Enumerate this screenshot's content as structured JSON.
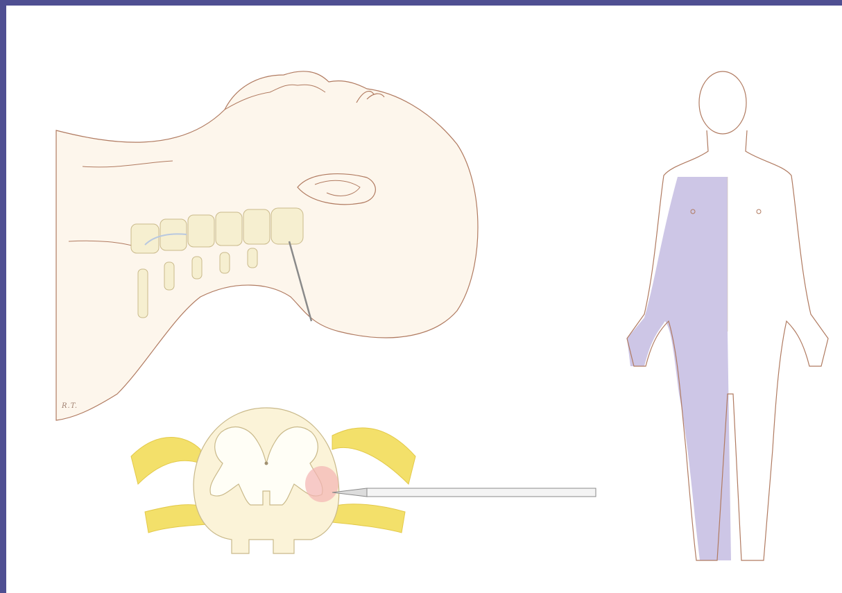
{
  "illustration": {
    "signature": "R.T.",
    "colors": {
      "background_frame": "#4f4f92",
      "slide": "#ffffff",
      "skin_fill": "#fdf6ec",
      "outline": "#b07a60",
      "affected_dermatome_shading": "#cdc6e6",
      "spinal_cord_white_matter": "#fbf3d8",
      "spinal_cord_grey_matter": "#fffef6",
      "nerve_roots": "#f3e06a",
      "lesion": "#f3b4b4",
      "needle": "#9a9a9a"
    },
    "panels": [
      "neck-lateral-view",
      "spinal-cord-cross-section",
      "body-anterior-view"
    ]
  }
}
